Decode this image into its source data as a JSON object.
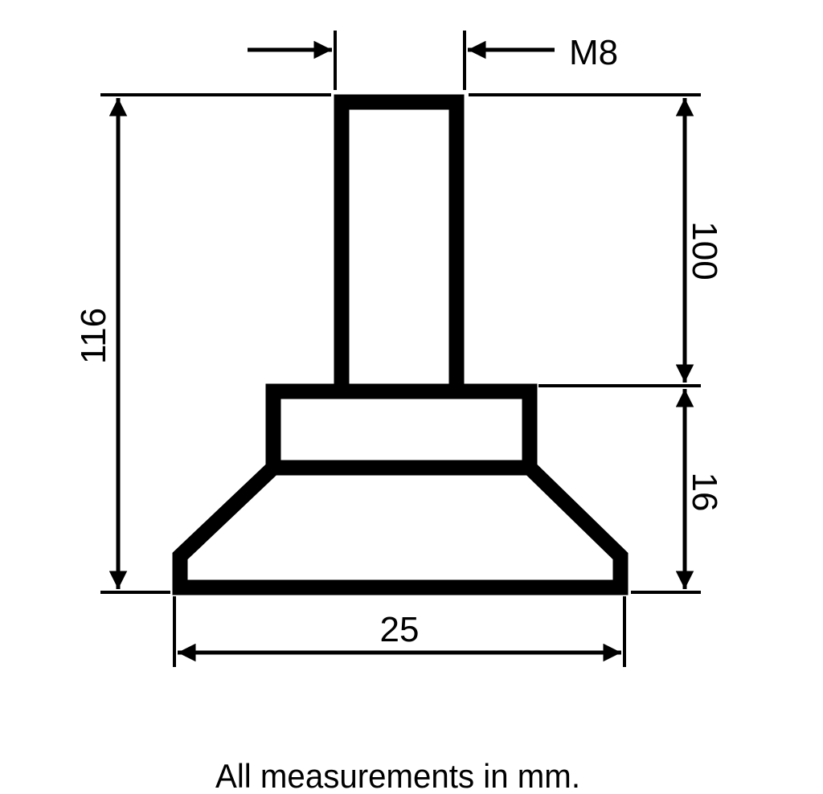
{
  "diagram": {
    "thread_label": "M8",
    "total_height_label": "116",
    "stem_height_label": "100",
    "base_height_label": "16",
    "base_width_label": "25",
    "caption": "All measurements in mm.",
    "line_color": "#000000",
    "background_color": "#ffffff"
  }
}
